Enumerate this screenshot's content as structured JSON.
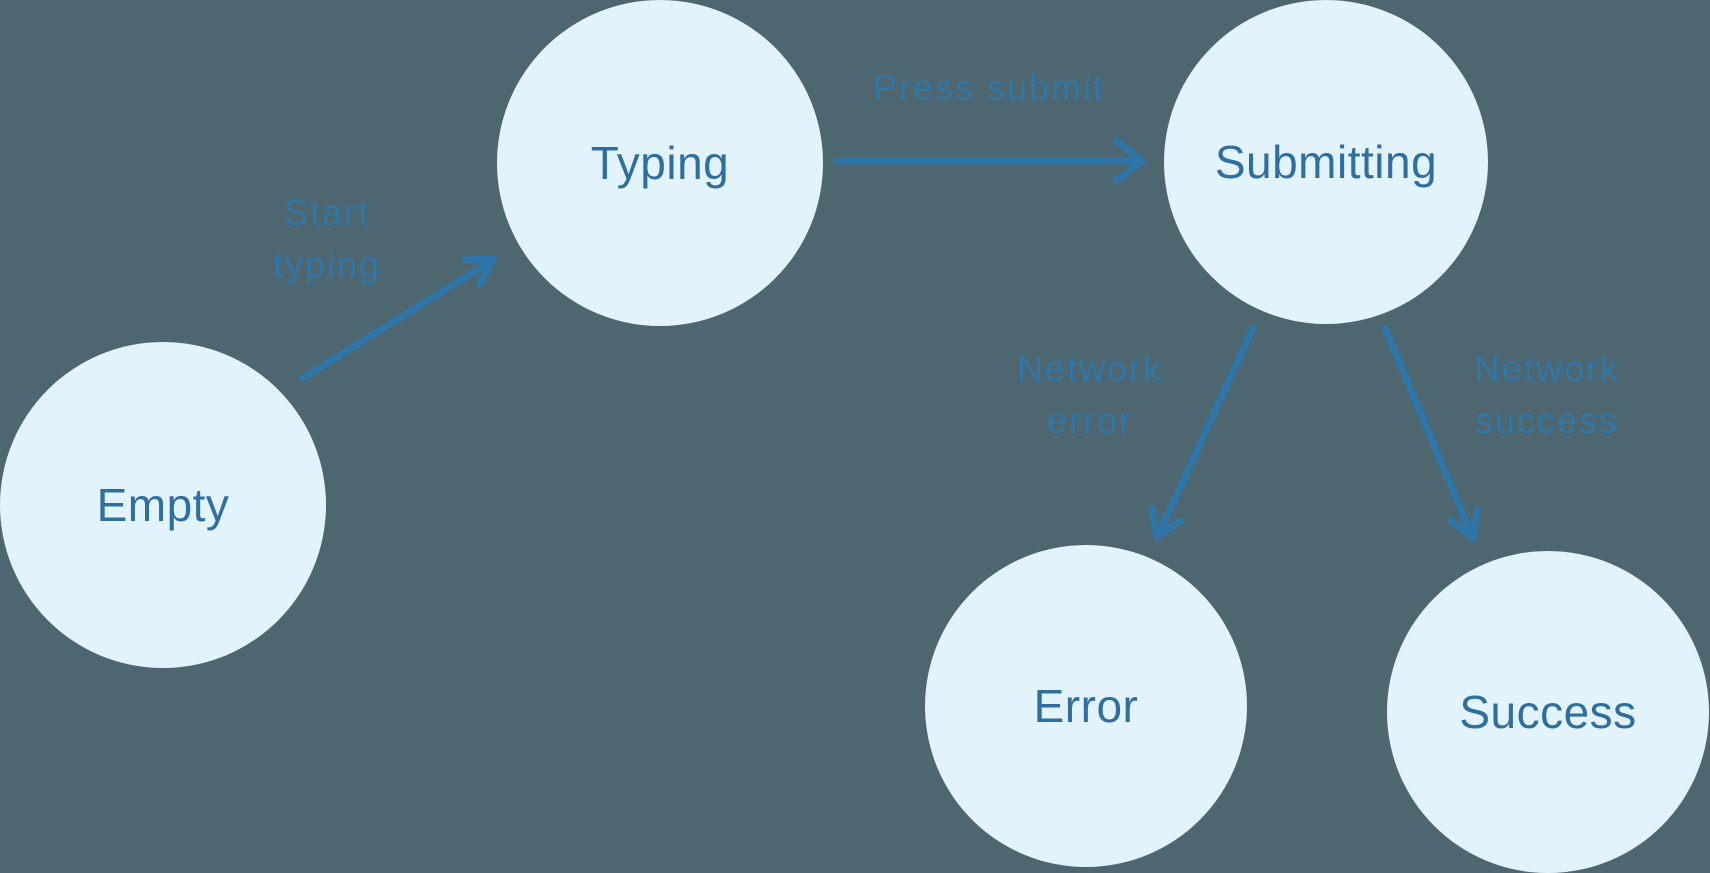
{
  "diagram": {
    "title": "form-state-machine",
    "colors": {
      "background": "#4D6670",
      "node_fill": "#E3F3FC",
      "node_text": "#2E6F9F",
      "arrow": "#2E76A9",
      "edge_label": "#2F78AA"
    },
    "nodes": [
      {
        "id": "empty",
        "label": "Empty"
      },
      {
        "id": "typing",
        "label": "Typing"
      },
      {
        "id": "submitting",
        "label": "Submitting"
      },
      {
        "id": "error",
        "label": "Error"
      },
      {
        "id": "success",
        "label": "Success"
      }
    ],
    "edges": [
      {
        "from": "empty",
        "to": "typing",
        "label": "Start\ntyping"
      },
      {
        "from": "typing",
        "to": "submitting",
        "label": "Press submit"
      },
      {
        "from": "submitting",
        "to": "error",
        "label": "Network\nerror"
      },
      {
        "from": "submitting",
        "to": "success",
        "label": "Network\nsuccess"
      }
    ]
  }
}
